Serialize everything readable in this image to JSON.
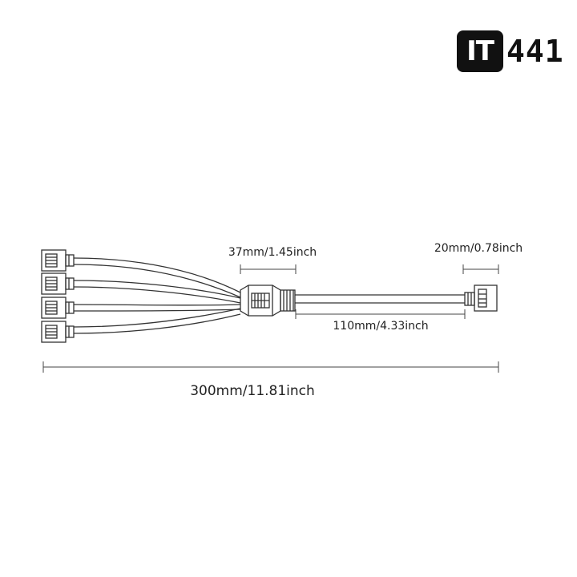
{
  "logo": {
    "mark": "IT",
    "number": "441"
  },
  "dimensions": {
    "connector_housing": "37mm/1.45inch",
    "end_connector": "20mm/0.78inch",
    "cable_segment": "110mm/4.33inch",
    "total_length": "300mm/11.81inch"
  }
}
